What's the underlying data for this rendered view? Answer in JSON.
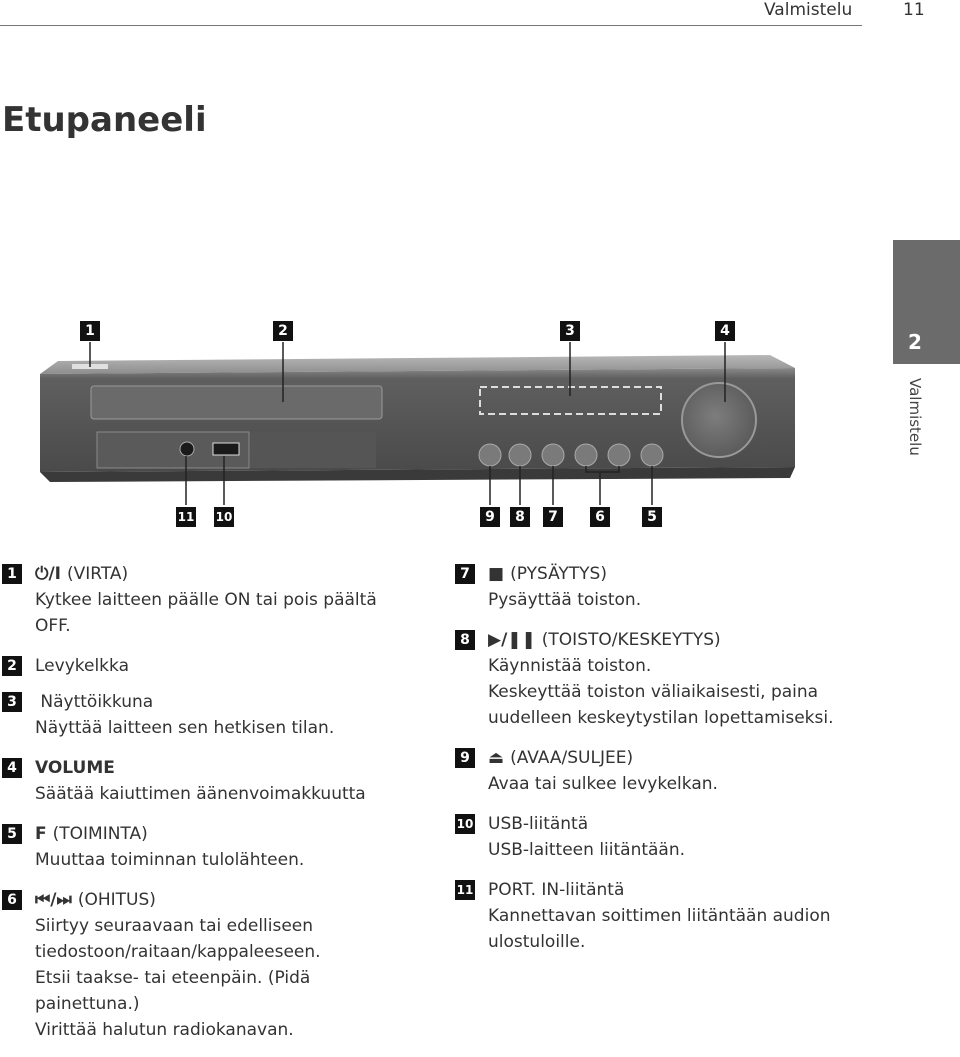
{
  "header": {
    "section": "Valmistelu",
    "page_number": "11"
  },
  "title": "Etupaneeli",
  "side_tab": {
    "number": "2",
    "label": "Valmistelu"
  },
  "figure_badges": {
    "top": [
      "1",
      "2",
      "3",
      "4"
    ],
    "bottom_left": [
      "11",
      "10"
    ],
    "bottom_right": [
      "9",
      "8",
      "7",
      "6",
      "5"
    ]
  },
  "items_left": [
    {
      "num": "1",
      "symbol": "⏻/Ⅰ",
      "head": "(VIRTA)",
      "desc": [
        "Kytkee laitteen päälle ON tai pois päältä OFF."
      ]
    },
    {
      "num": "2",
      "symbol": "",
      "head": "Levykelkka",
      "desc": []
    },
    {
      "num": "3",
      "symbol": "",
      "head": " Näyttöikkuna",
      "desc": [
        "Näyttää laitteen sen hetkisen tilan."
      ]
    },
    {
      "num": "4",
      "symbol": "VOLUME",
      "head": "",
      "desc": [
        "Säätää kaiuttimen äänenvoimakkuutta"
      ]
    },
    {
      "num": "5",
      "symbol": "F",
      "head": "(TOIMINTA)",
      "desc": [
        "Muuttaa toiminnan tulolähteen."
      ]
    },
    {
      "num": "6",
      "symbol": "⏮/⏭",
      "head": "(OHITUS)",
      "desc": [
        "Siirtyy seuraavaan tai edelliseen tiedostoon/raitaan/kappaleeseen.",
        "Etsii taakse- tai eteenpäin. (Pidä painettuna.)",
        "Virittää halutun radiokanavan."
      ]
    }
  ],
  "items_right": [
    {
      "num": "7",
      "symbol": "■",
      "head": "(PYSÄYTYS)",
      "desc": [
        "Pysäyttää toiston."
      ]
    },
    {
      "num": "8",
      "symbol": "▶/❚❚",
      "head": "(TOISTO/KESKEYTYS)",
      "desc": [
        "Käynnistää toiston.",
        "Keskeyttää toiston väliaikaisesti, paina uudelleen keskeytystilan lopettamiseksi."
      ]
    },
    {
      "num": "9",
      "symbol": "⏏",
      "head": "(AVAA/SULJEE)",
      "desc": [
        "Avaa tai sulkee levykelkan."
      ]
    },
    {
      "num": "10",
      "symbol": "",
      "head": "USB-liitäntä",
      "desc": [
        "USB-laitteen liitäntään."
      ]
    },
    {
      "num": "11",
      "symbol": "",
      "head": "PORT. IN-liitäntä",
      "desc": [
        "Kannettavan soittimen liitäntään audion ulostuloille."
      ]
    }
  ]
}
